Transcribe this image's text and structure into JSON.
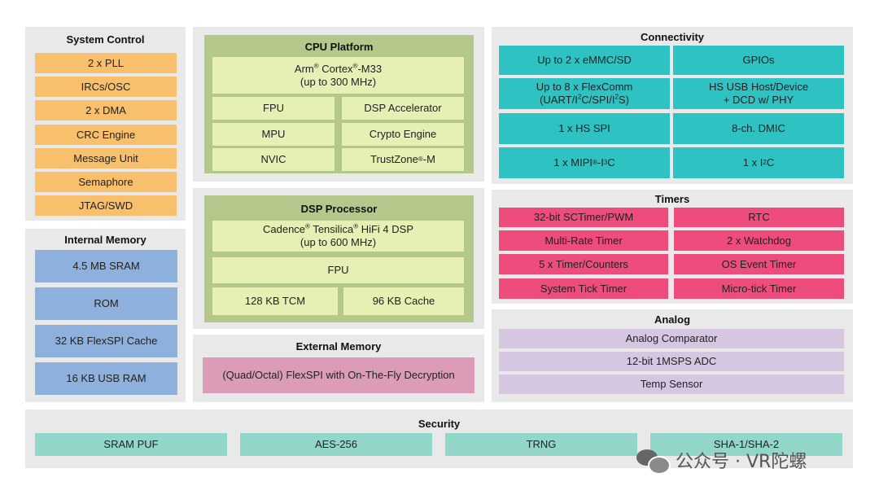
{
  "system_control": {
    "title": "System Control",
    "items": [
      "2 x PLL",
      "IRCs/OSC",
      "2 x DMA",
      "CRC Engine",
      "Message Unit",
      "Semaphore",
      "JTAG/SWD"
    ]
  },
  "internal_memory": {
    "title": "Internal Memory",
    "items": [
      "4.5 MB SRAM",
      "ROM",
      "32 KB FlexSPI Cache",
      "16 KB USB RAM"
    ]
  },
  "cpu_platform": {
    "title": "CPU Platform",
    "core_a": "Arm",
    "core_reg": "®",
    "core_b": " Cortex",
    "core_reg2": "®",
    "core_c": "-M33",
    "core_freq": "(up to 300 MHz)",
    "fpu": "FPU",
    "dsp_acc": "DSP Accelerator",
    "mpu": "MPU",
    "crypto": "Crypto Engine",
    "nvic": "NVIC",
    "tz_a": "TrustZone",
    "tz_reg": "®",
    "tz_b": "-M"
  },
  "dsp_processor": {
    "title": "DSP Processor",
    "core_a": "Cadence",
    "core_reg": "®",
    "core_b": " Tensilica",
    "core_reg2": "®",
    "core_c": " HiFi 4 DSP",
    "core_freq": "(up to 600 MHz)",
    "fpu": "FPU",
    "tcm": "128 KB TCM",
    "cache": "96 KB Cache"
  },
  "external_memory": {
    "title": "External Memory",
    "flexspi": "(Quad/Octal) FlexSPI with On-The-Fly Decryption"
  },
  "connectivity": {
    "title": "Connectivity",
    "emmc": "Up to 2 x eMMC/SD",
    "gpios": "GPIOs",
    "flexcomm_1": "Up to 8 x FlexComm",
    "flexcomm_2a": "(UART/I",
    "flexcomm_sup1": "2",
    "flexcomm_2b": "C/SPI/I",
    "flexcomm_sup2": "2",
    "flexcomm_2c": "S)",
    "usb_1": "HS USB Host/Device",
    "usb_2": "+ DCD w/ PHY",
    "hs_spi": "1 x HS SPI",
    "dmic": "8-ch. DMIC",
    "mipi_a": "1 x MIPI",
    "mipi_reg": "®",
    "mipi_b": "-I",
    "mipi_sup": "3",
    "mipi_c": "C",
    "i2c_a": "1 x I",
    "i2c_sup": "2",
    "i2c_b": "C"
  },
  "timers": {
    "title": "Timers",
    "items": [
      "32-bit SCTimer/PWM",
      "RTC",
      "Multi-Rate Timer",
      "2 x Watchdog",
      "5 x Timer/Counters",
      "OS Event Timer",
      "System Tick Timer",
      "Micro-tick Timer"
    ]
  },
  "analog": {
    "title": "Analog",
    "items": [
      "Analog Comparator",
      "12-bit 1MSPS ADC",
      "Temp Sensor"
    ]
  },
  "security": {
    "title": "Security",
    "items": [
      "SRAM PUF",
      "AES-256",
      "TRNG",
      "SHA-1/SHA-2"
    ]
  },
  "watermark": {
    "text": "公众号 · VR陀螺",
    "icon": "wechat-icon"
  },
  "colors": {
    "panel_bg": "#e9e9e9",
    "system": "#f8bf6c",
    "memory": "#8eb0dc",
    "cpu_frame": "#b4c88c",
    "cpu_block": "#e6efb4",
    "connectivity": "#2fc2c2",
    "timers": "#ee4c7c",
    "analog": "#d5c7e2",
    "external": "#dc9cb8",
    "security": "#92d5c9"
  }
}
